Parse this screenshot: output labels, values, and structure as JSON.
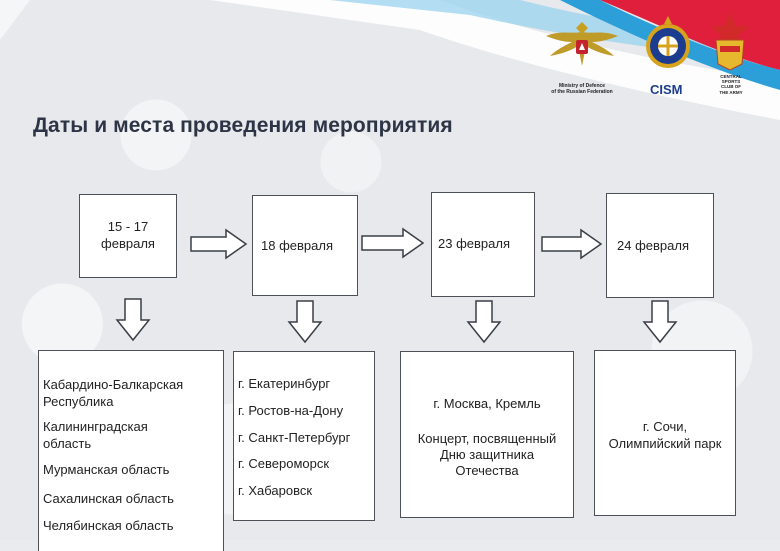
{
  "title": "Даты и места проведения мероприятия",
  "logos": {
    "mod_caption_line1": "Ministry of Defence",
    "mod_caption_line2": "of the Russian Federation",
    "cism_label": "CISM",
    "sports_club_caption": "CENTRAL SPORTS CLUB OF THE ARMY"
  },
  "dates": [
    {
      "line1": "15 - 17",
      "line2": "февраля"
    },
    {
      "line1": "18 февраля",
      "line2": ""
    },
    {
      "line1": "23 февраля",
      "line2": ""
    },
    {
      "line1": "24 февраля",
      "line2": ""
    }
  ],
  "places": {
    "col1": [
      "Кабардино-Балкарская",
      "Республика",
      "Калининградская",
      "область",
      "Мурманская область",
      "Сахалинская область",
      "Челябинская область"
    ],
    "col2": [
      "г. Екатеринбург",
      "г. Ростов-на-Дону",
      "г. Санкт-Петербург",
      "г. Североморск",
      "г. Хабаровск"
    ],
    "col3": [
      "г. Москва, Кремль",
      "Концерт, посвященный",
      "Дню защитника",
      "Отечества"
    ],
    "col4": [
      "г. Сочи,",
      "Олимпийский парк"
    ]
  },
  "colors": {
    "ribbon_blue": "#2c9fd8",
    "ribbon_red": "#e01f3d",
    "title": "#2d3446",
    "arrow_border": "#3a3f47"
  }
}
